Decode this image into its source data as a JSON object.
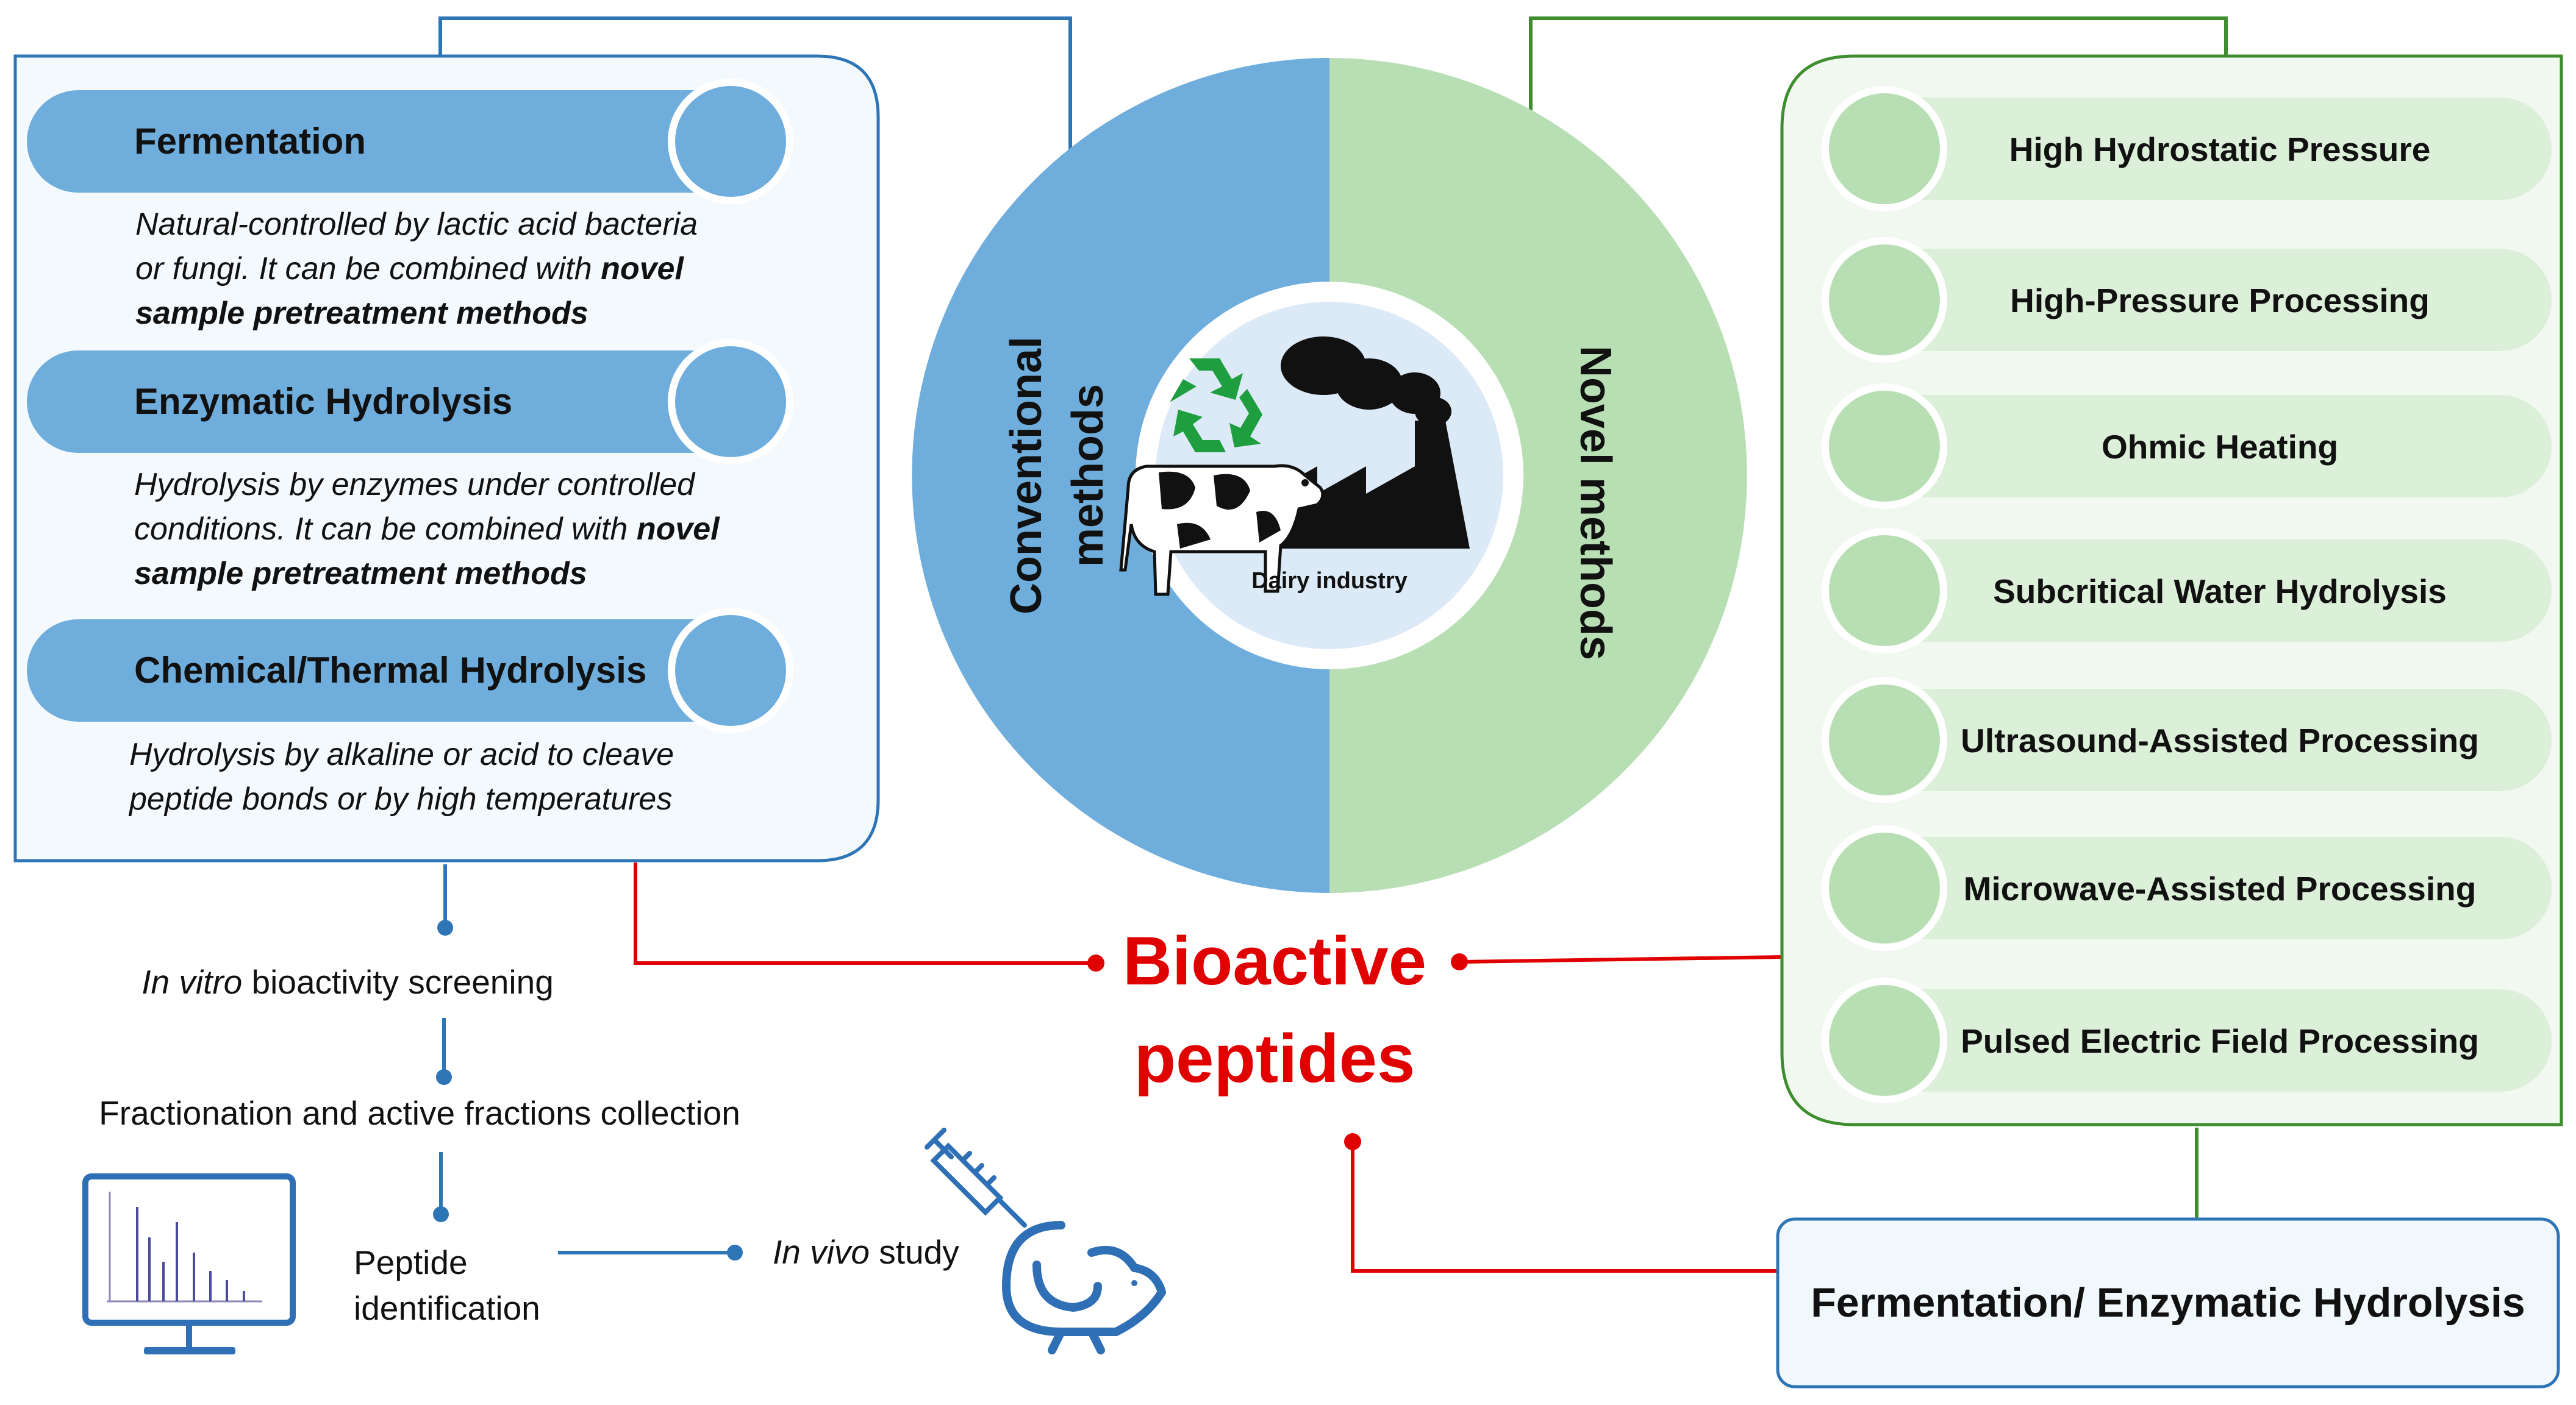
{
  "conventional": {
    "label_line1": "Conventional",
    "label_line2": "methods",
    "items": [
      {
        "title": "Fermentation",
        "desc_line1": "Natural-controlled by lactic acid bacteria",
        "desc_line2_plain": "or fungi. It can be combined with ",
        "desc_line2_bold": "novel",
        "desc_line3_plain": "",
        "desc_line3_bold": "sample pretreatment methods"
      },
      {
        "title": "Enzymatic Hydrolysis",
        "desc_line1": "Hydrolysis by enzymes under controlled",
        "desc_line2_plain": "conditions. It can be combined with ",
        "desc_line2_bold": "novel",
        "desc_line3_plain": "",
        "desc_line3_bold": "sample pretreatment methods"
      },
      {
        "title": "Chemical/Thermal Hydrolysis",
        "desc_line1": "Hydrolysis by alkaline or acid to cleave",
        "desc_line2_plain": "peptide bonds or by high temperatures",
        "desc_line2_bold": "",
        "desc_line3_plain": "",
        "desc_line3_bold": ""
      }
    ]
  },
  "novel": {
    "label": "Novel methods",
    "items": [
      "High Hydrostatic Pressure",
      "High-Pressure Processing",
      "Ohmic Heating",
      "Subcritical Water Hydrolysis",
      "Ultrasound-Assisted Processing",
      "Microwave-Assisted Processing",
      "Pulsed Electric Field Processing"
    ],
    "combined_box": "Fermentation/ Enzymatic Hydrolysis"
  },
  "center": {
    "industry_label": "Dairy industry",
    "result_line1": "Bioactive",
    "result_line2": "peptides"
  },
  "workflow": {
    "step1_italic": "In vitro",
    "step1_rest": " bioactivity screening",
    "step2": "Fractionation and active fractions collection",
    "step3_line1": "Peptide",
    "step3_line2": "identification",
    "step4_italic": "In vivo",
    "step4_rest": " study"
  },
  "colors": {
    "conventional_blue": "#6FAEDC",
    "conventional_line": "#2E75B6",
    "novel_green": "#B8DFB4",
    "novel_line": "#3E8E2F",
    "result_red": "#E00000",
    "icon_blue": "#2F6FB5"
  },
  "icons": [
    "recycle-icon",
    "factory-icon",
    "cow-icon",
    "computer-monitor-icon",
    "syringe-icon",
    "mouse-icon"
  ]
}
